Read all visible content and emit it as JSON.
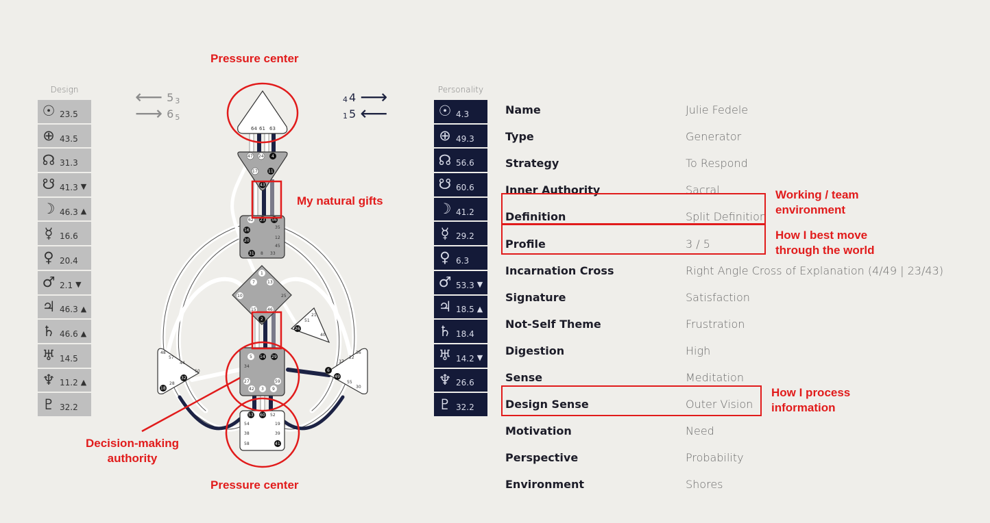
{
  "design": {
    "title": "Design",
    "planets": [
      {
        "icon": "sun-icon",
        "symbol": "☉",
        "value": "23.5",
        "arrow": ""
      },
      {
        "icon": "earth-icon",
        "symbol": "⊕",
        "value": "43.5",
        "arrow": ""
      },
      {
        "icon": "north-node-icon",
        "symbol": "☊",
        "value": "31.3",
        "arrow": ""
      },
      {
        "icon": "south-node-icon",
        "symbol": "☋",
        "value": "41.3",
        "arrow": "▼"
      },
      {
        "icon": "moon-icon",
        "symbol": "☽",
        "value": "46.3",
        "arrow": "▲"
      },
      {
        "icon": "mercury-icon",
        "symbol": "☿",
        "value": "16.6",
        "arrow": ""
      },
      {
        "icon": "venus-icon",
        "symbol": "♀",
        "value": "20.4",
        "arrow": ""
      },
      {
        "icon": "mars-icon",
        "symbol": "♂",
        "value": "2.1",
        "arrow": "▼"
      },
      {
        "icon": "jupiter-icon",
        "symbol": "♃",
        "value": "46.3",
        "arrow": "▲"
      },
      {
        "icon": "saturn-icon",
        "symbol": "♄",
        "value": "46.6",
        "arrow": "▲"
      },
      {
        "icon": "uranus-icon",
        "symbol": "♅",
        "value": "14.5",
        "arrow": ""
      },
      {
        "icon": "neptune-icon",
        "symbol": "♆",
        "value": "11.2",
        "arrow": "▲"
      },
      {
        "icon": "pluto-icon",
        "symbol": "♇",
        "value": "32.2",
        "arrow": ""
      }
    ],
    "arrows": [
      {
        "dir": "left",
        "main": "5",
        "sub": "3"
      },
      {
        "dir": "right",
        "main": "6",
        "sub": "5"
      }
    ]
  },
  "personality": {
    "title": "Personality",
    "planets": [
      {
        "icon": "sun-icon",
        "symbol": "☉",
        "value": "4.3",
        "arrow": ""
      },
      {
        "icon": "earth-icon",
        "symbol": "⊕",
        "value": "49.3",
        "arrow": ""
      },
      {
        "icon": "north-node-icon",
        "symbol": "☊",
        "value": "56.6",
        "arrow": ""
      },
      {
        "icon": "south-node-icon",
        "symbol": "☋",
        "value": "60.6",
        "arrow": ""
      },
      {
        "icon": "moon-icon",
        "symbol": "☽",
        "value": "41.2",
        "arrow": ""
      },
      {
        "icon": "mercury-icon",
        "symbol": "☿",
        "value": "29.2",
        "arrow": ""
      },
      {
        "icon": "venus-icon",
        "symbol": "♀",
        "value": "6.3",
        "arrow": ""
      },
      {
        "icon": "mars-icon",
        "symbol": "♂",
        "value": "53.3",
        "arrow": "▼"
      },
      {
        "icon": "jupiter-icon",
        "symbol": "♃",
        "value": "18.5",
        "arrow": "▲"
      },
      {
        "icon": "saturn-icon",
        "symbol": "♄",
        "value": "18.4",
        "arrow": ""
      },
      {
        "icon": "uranus-icon",
        "symbol": "♅",
        "value": "14.2",
        "arrow": "▼"
      },
      {
        "icon": "neptune-icon",
        "symbol": "♆",
        "value": "26.6",
        "arrow": ""
      },
      {
        "icon": "pluto-icon",
        "symbol": "♇",
        "value": "32.2",
        "arrow": ""
      }
    ],
    "arrows": [
      {
        "dir": "right",
        "pre": "4",
        "main": "4"
      },
      {
        "dir": "left",
        "pre": "1",
        "main": "5"
      }
    ]
  },
  "annotations": {
    "pressure_top": "Pressure center",
    "pressure_bottom": "Pressure center",
    "natural_gifts": "My natural gifts",
    "decision_line1": "Decision-making",
    "decision_line2": "authority",
    "working_line1": "Working / team",
    "working_line2": "environment",
    "move_line1": "How I best move",
    "move_line2": "through the world",
    "process_line1": "How I process",
    "process_line2": "information"
  },
  "gates": {
    "head": [
      "64",
      "61",
      "63"
    ],
    "ajna": [
      "47",
      "24",
      "4",
      "17",
      "11",
      "43"
    ],
    "throat": [
      "62",
      "23",
      "56",
      "16",
      "35",
      "20",
      "12",
      "45",
      "31",
      "8",
      "33"
    ],
    "g": [
      "1",
      "7",
      "13",
      "10",
      "25",
      "15",
      "46",
      "2"
    ],
    "ego": [
      "21",
      "51",
      "26",
      "40"
    ],
    "sacral": [
      "5",
      "14",
      "29",
      "34",
      "27",
      "59",
      "42",
      "3",
      "9"
    ],
    "spleen": [
      "48",
      "57",
      "44",
      "50",
      "32",
      "28",
      "18"
    ],
    "solar": [
      "36",
      "22",
      "37",
      "6",
      "49",
      "55",
      "30"
    ],
    "root": [
      "53",
      "60",
      "52",
      "54",
      "19",
      "38",
      "39",
      "58",
      "41"
    ]
  },
  "info": [
    {
      "key": "Name",
      "value": "Julie Fedele"
    },
    {
      "key": "Type",
      "value": "Generator"
    },
    {
      "key": "Strategy",
      "value": "To Respond"
    },
    {
      "key": "Inner Authority",
      "value": "Sacral"
    },
    {
      "key": "Definition",
      "value": "Split Definition"
    },
    {
      "key": "Profile",
      "value": "3 / 5"
    },
    {
      "key": "Incarnation Cross",
      "value": "Right Angle Cross of Explanation (4/49 | 23/43)"
    },
    {
      "key": "Signature",
      "value": "Satisfaction"
    },
    {
      "key": "Not-Self Theme",
      "value": "Frustration"
    },
    {
      "key": "Digestion",
      "value": "High"
    },
    {
      "key": "Sense",
      "value": "Meditation"
    },
    {
      "key": "Design Sense",
      "value": "Outer Vision"
    },
    {
      "key": "Motivation",
      "value": "Need"
    },
    {
      "key": "Perspective",
      "value": "Probability"
    },
    {
      "key": "Environment",
      "value": "Shores"
    }
  ]
}
